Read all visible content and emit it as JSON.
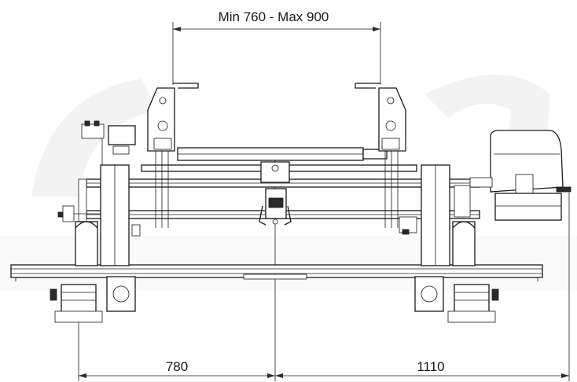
{
  "dimensions": {
    "top_width": "Min 760 - Max 900",
    "bottom_left": "780",
    "bottom_right": "1110"
  },
  "colors": {
    "line": "#1a1a1a",
    "background": "#ffffff",
    "watermark": "#f0f0f0"
  }
}
